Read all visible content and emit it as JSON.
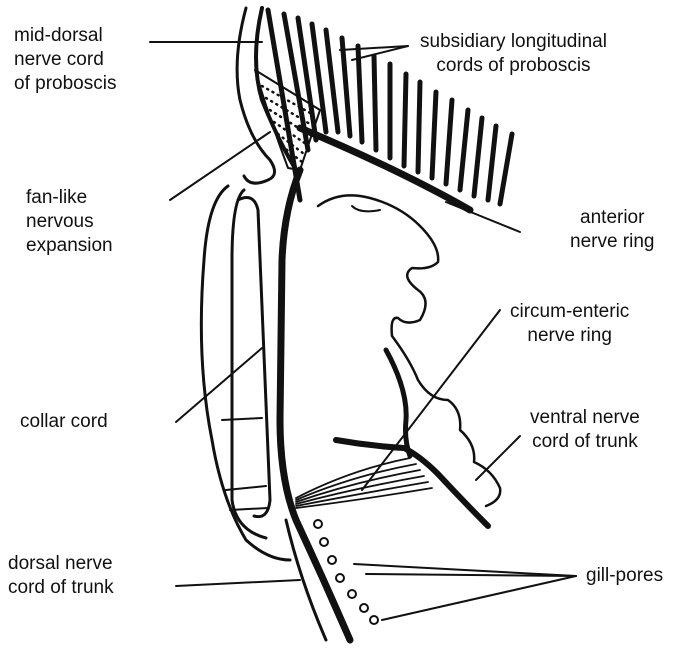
{
  "labels": {
    "mid_dorsal": [
      "mid-dorsal",
      "nerve cord",
      "of proboscis"
    ],
    "subsidiary": [
      "subsidiary longitudinal",
      "cords of proboscis"
    ],
    "fan_like": [
      "fan-like",
      "nervous",
      "expansion"
    ],
    "anterior_ring": [
      "anterior",
      "nerve ring"
    ],
    "circum_enteric": [
      "circum-enteric",
      "nerve ring"
    ],
    "collar_cord": [
      "collar cord"
    ],
    "ventral_cord": [
      "ventral nerve",
      "cord of trunk"
    ],
    "dorsal_cord": [
      "dorsal nerve",
      "cord of trunk"
    ],
    "gill_pores": [
      "gill-pores"
    ]
  },
  "colors": {
    "ink": "#111111",
    "background": "#ffffff"
  }
}
